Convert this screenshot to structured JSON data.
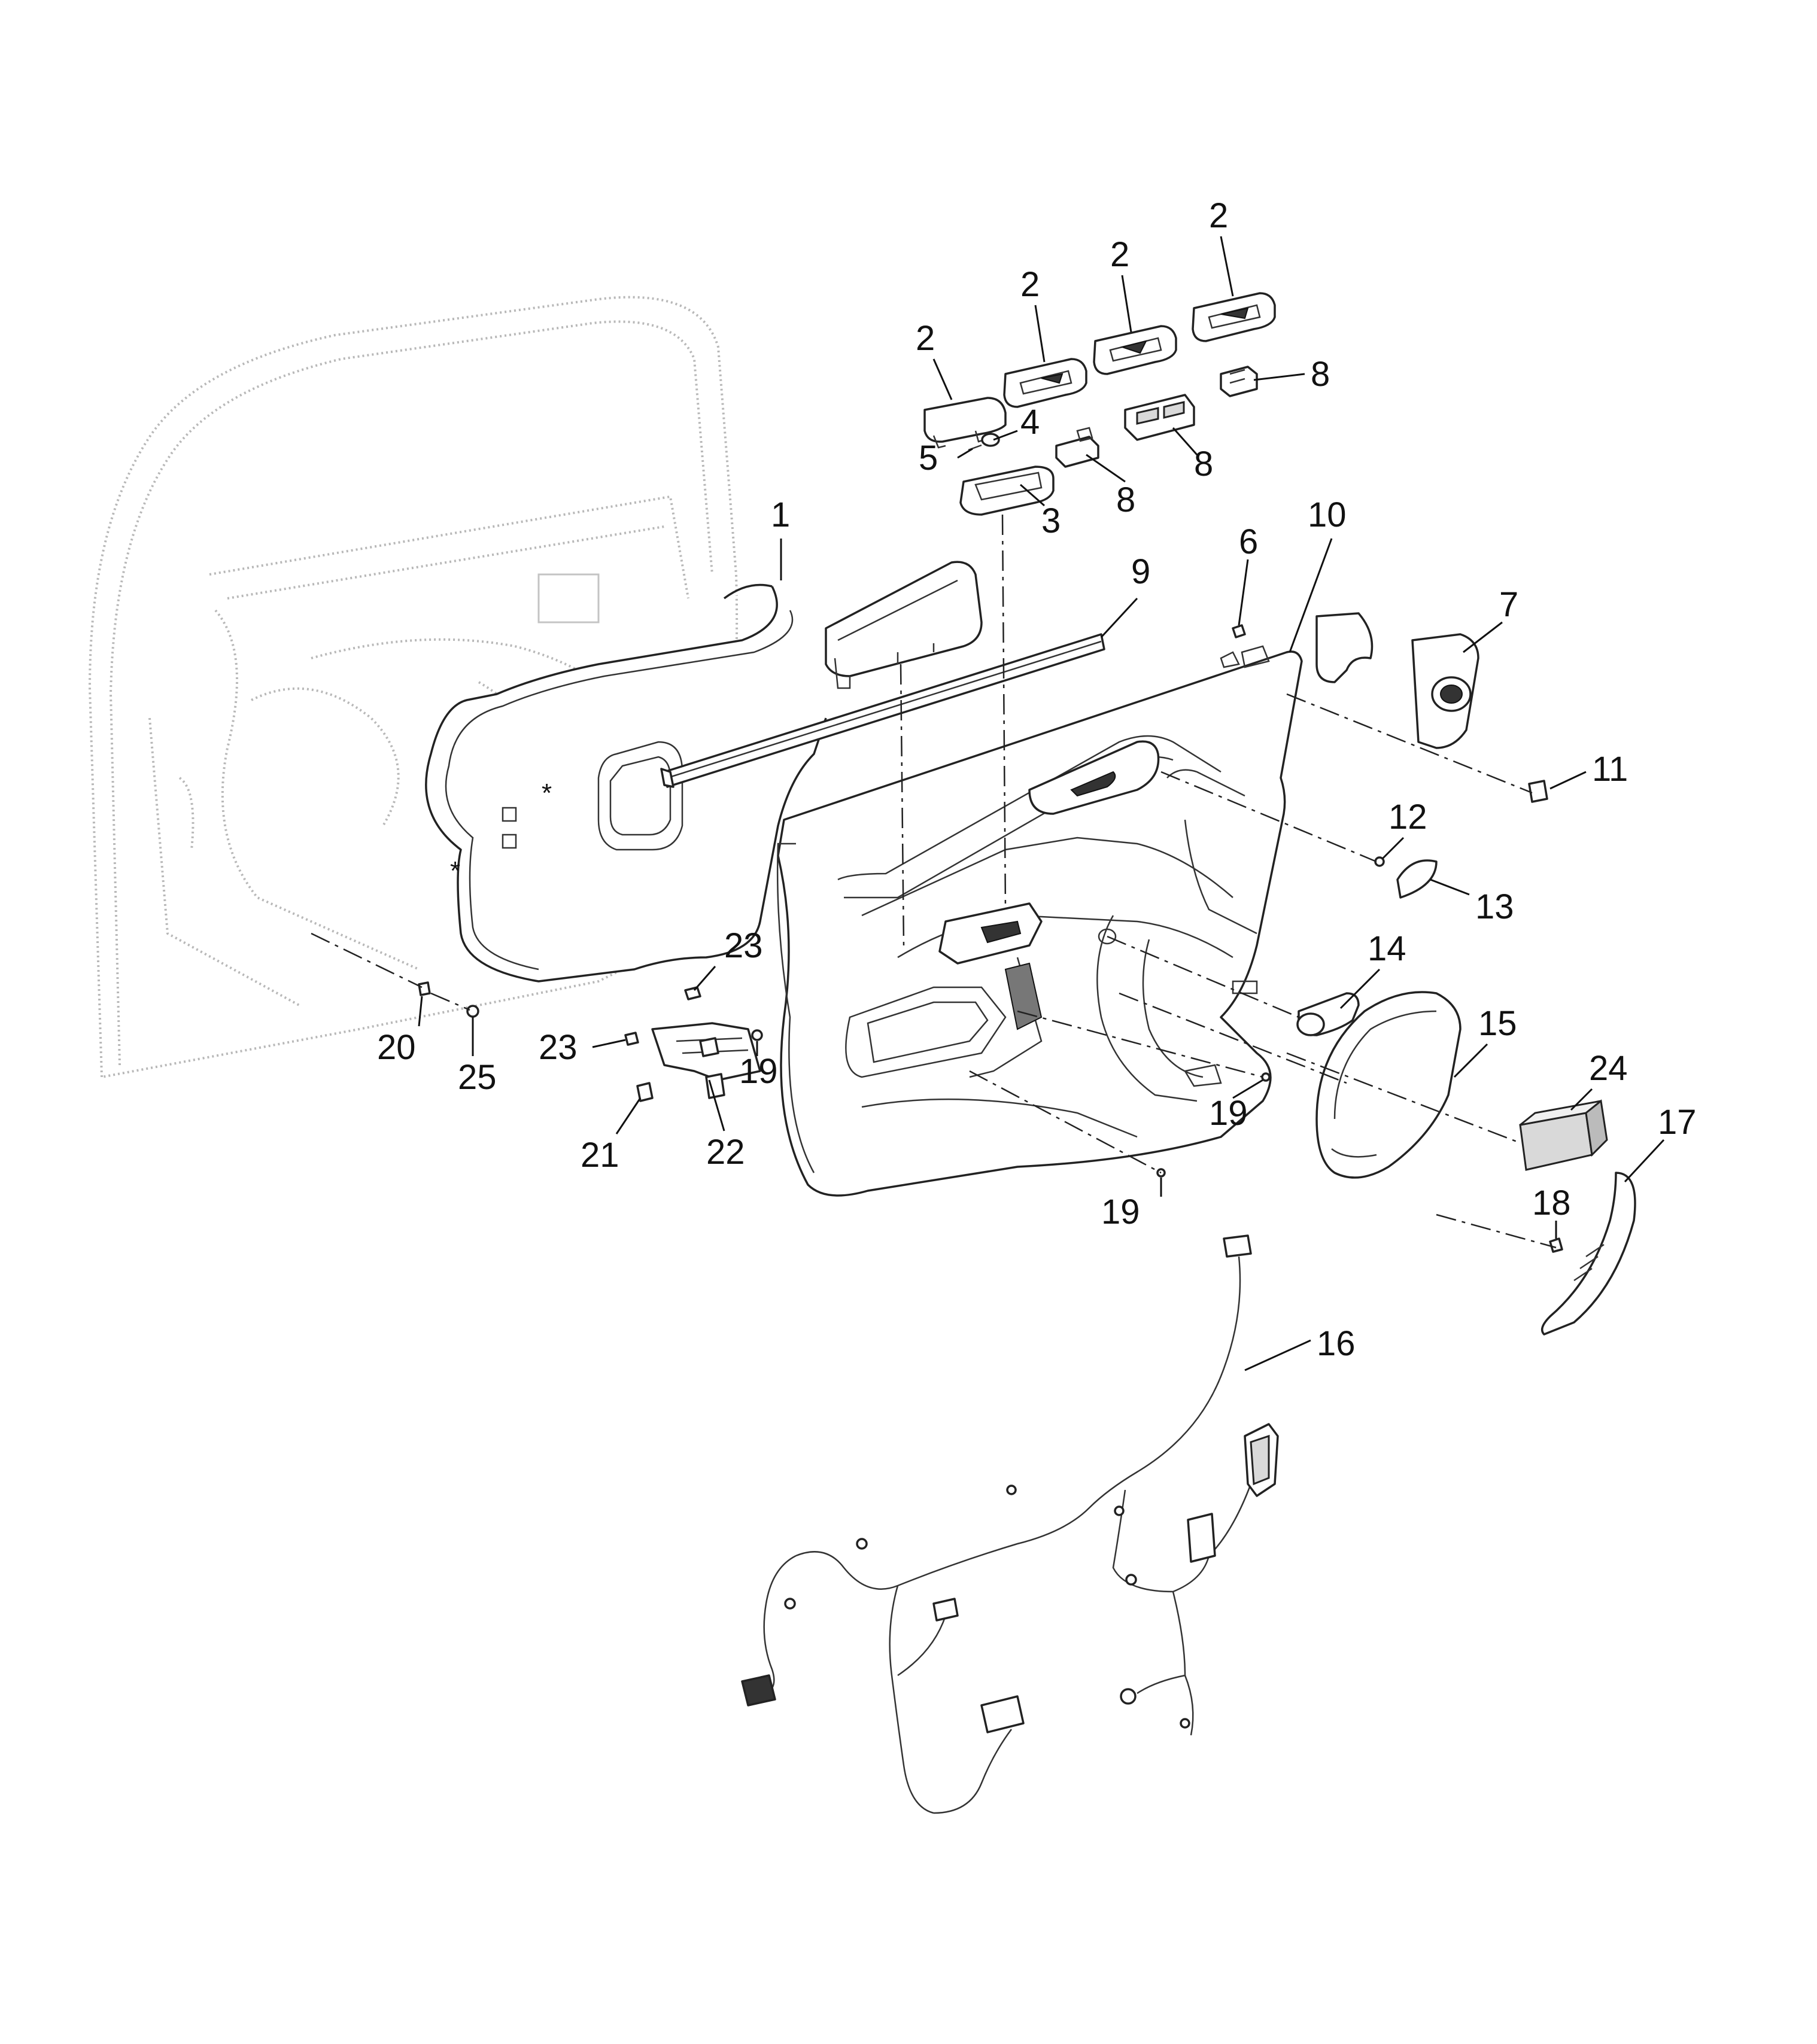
{
  "callouts": [
    {
      "id": "c1",
      "label": "1"
    },
    {
      "id": "c2a",
      "label": "2"
    },
    {
      "id": "c2b",
      "label": "2"
    },
    {
      "id": "c2c",
      "label": "2"
    },
    {
      "id": "c2d",
      "label": "2"
    },
    {
      "id": "c3",
      "label": "3"
    },
    {
      "id": "c4",
      "label": "4"
    },
    {
      "id": "c5",
      "label": "5"
    },
    {
      "id": "c6",
      "label": "6"
    },
    {
      "id": "c7",
      "label": "7"
    },
    {
      "id": "c8a",
      "label": "8"
    },
    {
      "id": "c8b",
      "label": "8"
    },
    {
      "id": "c8c",
      "label": "8"
    },
    {
      "id": "c9",
      "label": "9"
    },
    {
      "id": "c10",
      "label": "10"
    },
    {
      "id": "c11",
      "label": "11"
    },
    {
      "id": "c12",
      "label": "12"
    },
    {
      "id": "c13",
      "label": "13"
    },
    {
      "id": "c14",
      "label": "14"
    },
    {
      "id": "c15",
      "label": "15"
    },
    {
      "id": "c16",
      "label": "16"
    },
    {
      "id": "c17",
      "label": "17"
    },
    {
      "id": "c18",
      "label": "18"
    },
    {
      "id": "c19a",
      "label": "19"
    },
    {
      "id": "c19b",
      "label": "19"
    },
    {
      "id": "c19c",
      "label": "19"
    },
    {
      "id": "c20",
      "label": "20"
    },
    {
      "id": "c21",
      "label": "21"
    },
    {
      "id": "c22",
      "label": "22"
    },
    {
      "id": "c23a",
      "label": "23"
    },
    {
      "id": "c23b",
      "label": "23"
    },
    {
      "id": "c24",
      "label": "24"
    },
    {
      "id": "c25",
      "label": "25"
    }
  ]
}
